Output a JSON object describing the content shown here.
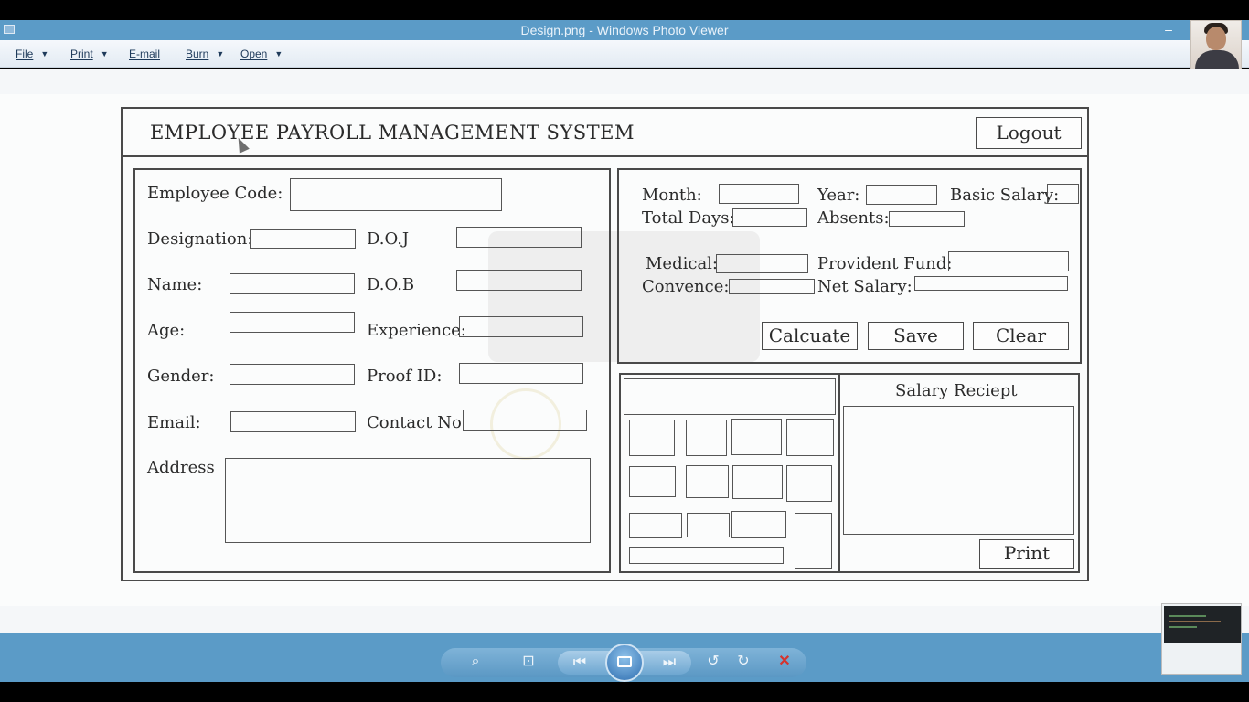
{
  "window": {
    "title": "Design.png - Windows Photo Viewer",
    "minimize_glyph": "–"
  },
  "menu": {
    "items": [
      {
        "label": "File",
        "has_dropdown": true
      },
      {
        "label": "Print",
        "has_dropdown": true
      },
      {
        "label": "E-mail",
        "has_dropdown": false
      },
      {
        "label": "Burn",
        "has_dropdown": true
      },
      {
        "label": "Open",
        "has_dropdown": true
      }
    ]
  },
  "design": {
    "header_title": "EMPLOYEE  PAYROLL  MANAGEMENT SYSTEM",
    "logout": "Logout",
    "employee": {
      "employee_code": "Employee Code:",
      "designation": "Designation:",
      "doj": "D.O.J",
      "name": "Name:",
      "dob": "D.O.B",
      "age": "Age:",
      "experience": "Experience:",
      "gender": "Gender:",
      "proof_id": "Proof ID:",
      "email": "Email:",
      "contact_no": "Contact No",
      "address": "Address"
    },
    "salary": {
      "month": "Month:",
      "year": "Year:",
      "basic_salary": "Basic Salary:",
      "total_days": "Total Days:",
      "absents": "Absents:",
      "medical": "Medical:",
      "provident_fund": "Provident Fund:",
      "convence": "Convence:",
      "net_salary": "Net Salary:",
      "calculate": "Calcuate",
      "save": "Save",
      "clear": "Clear"
    },
    "receipt": {
      "title": "Salary Reciept",
      "print": "Print"
    }
  },
  "toolbar": {
    "zoom_icon": "zoom-icon",
    "actual_size_icon": "actual-size-icon",
    "previous_icon": "previous-icon",
    "slideshow_icon": "slideshow-icon",
    "next_icon": "next-icon",
    "rotate_ccw_icon": "rotate-counterclockwise-icon",
    "rotate_cw_icon": "rotate-clockwise-icon",
    "delete_icon": "delete-icon"
  },
  "colors": {
    "titlebar": "#5b9bc7",
    "delete": "#d6332d"
  }
}
